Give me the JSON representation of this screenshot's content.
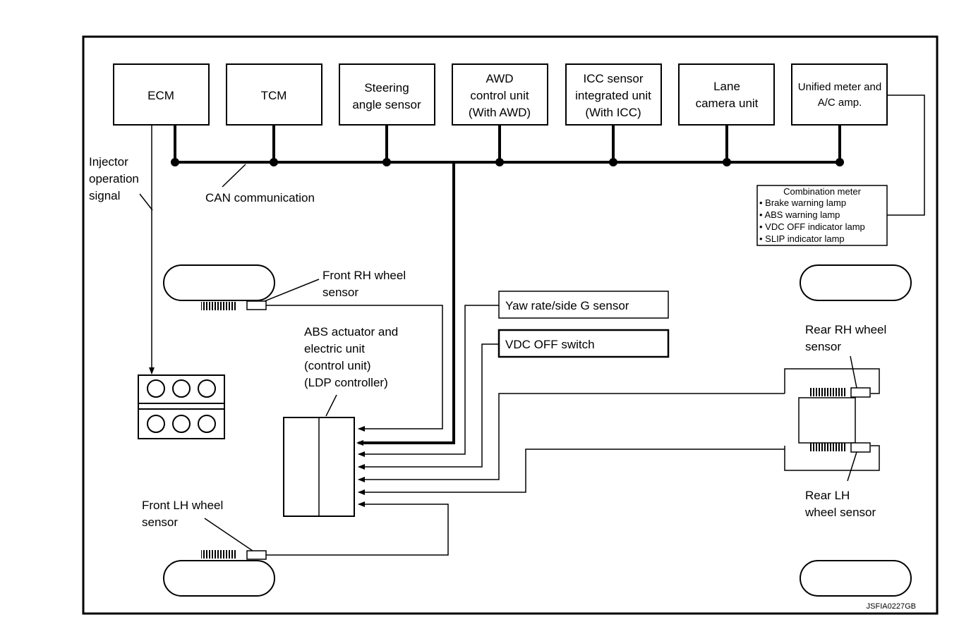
{
  "units": {
    "ecm": [
      "ECM"
    ],
    "tcm": [
      "TCM"
    ],
    "steering": [
      "Steering",
      "angle sensor"
    ],
    "awd": [
      "AWD",
      "control unit",
      "(With AWD)"
    ],
    "icc": [
      "ICC sensor",
      "integrated unit",
      "(With ICC)"
    ],
    "lane": [
      "Lane",
      "camera unit"
    ],
    "meter": [
      "Unified meter and",
      "A/C amp."
    ]
  },
  "labels": {
    "injector": [
      "Injector",
      "operation",
      "signal"
    ],
    "can": [
      "CAN communication"
    ],
    "combination_meter": {
      "title": "Combination meter",
      "items": [
        "Brake warning lamp",
        "ABS warning lamp",
        "VDC OFF indicator lamp",
        "SLIP indicator lamp"
      ]
    },
    "front_rh": [
      "Front RH wheel",
      "sensor"
    ],
    "front_lh": [
      "Front LH wheel",
      "sensor"
    ],
    "rear_rh": [
      "Rear RH wheel",
      "sensor"
    ],
    "rear_lh": [
      "Rear LH",
      "wheel sensor"
    ],
    "abs": [
      "ABS actuator and",
      "electric unit",
      "(control unit)",
      "(LDP controller)"
    ],
    "yaw": [
      "Yaw rate/side G sensor"
    ],
    "vdc_off": [
      "VDC OFF switch"
    ],
    "code": [
      "JSFIA0227GB"
    ]
  },
  "style": {
    "line_color": "#000000",
    "background": "#ffffff"
  }
}
